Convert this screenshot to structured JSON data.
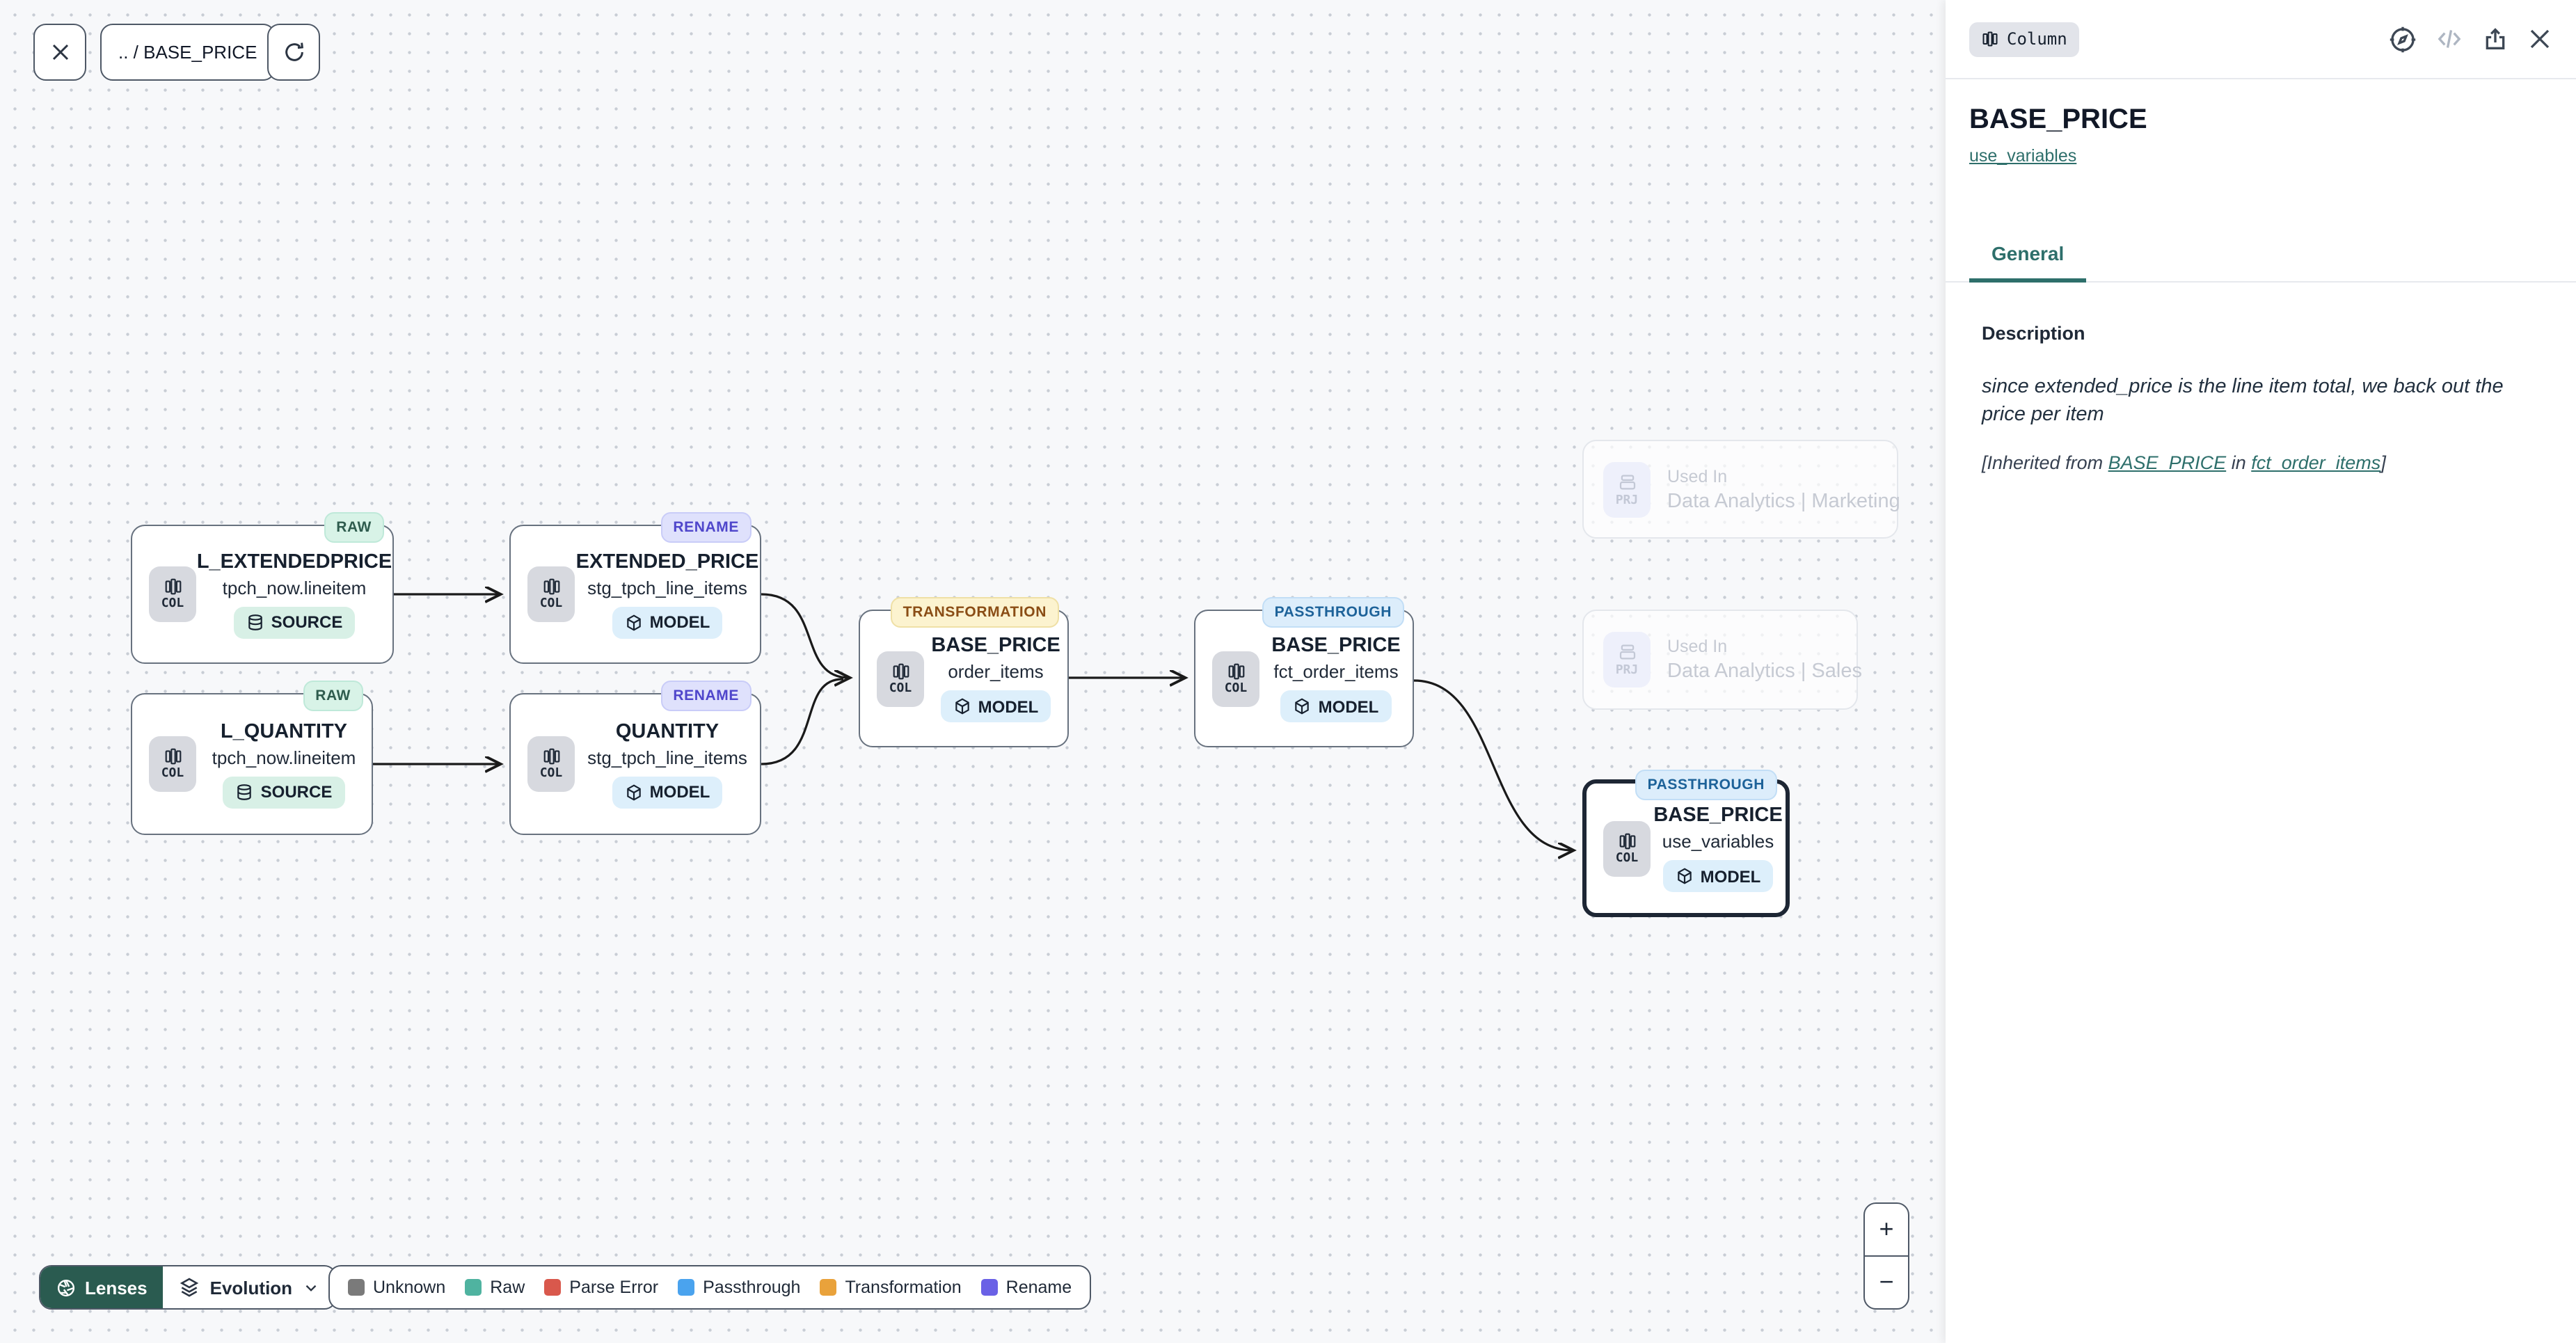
{
  "toolbar": {
    "breadcrumb": ".. / BASE_PRICE"
  },
  "canvas": {
    "nodes": [
      {
        "badge": "RAW",
        "title": "L_EXTENDEDPRICE",
        "subtitle": "tpch_now.lineitem",
        "chip": "SOURCE",
        "type_label": "COL"
      },
      {
        "badge": "RENAME",
        "title": "EXTENDED_PRICE",
        "subtitle": "stg_tpch_line_items",
        "chip": "MODEL",
        "type_label": "COL"
      },
      {
        "badge": "RAW",
        "title": "L_QUANTITY",
        "subtitle": "tpch_now.lineitem",
        "chip": "SOURCE",
        "type_label": "COL"
      },
      {
        "badge": "RENAME",
        "title": "QUANTITY",
        "subtitle": "stg_tpch_line_items",
        "chip": "MODEL",
        "type_label": "COL"
      },
      {
        "badge": "TRANSFORMATION",
        "title": "BASE_PRICE",
        "subtitle": "order_items",
        "chip": "MODEL",
        "type_label": "COL"
      },
      {
        "badge": "PASSTHROUGH",
        "title": "BASE_PRICE",
        "subtitle": "fct_order_items",
        "chip": "MODEL",
        "type_label": "COL"
      },
      {
        "badge": "PASSTHROUGH",
        "title": "BASE_PRICE",
        "subtitle": "use_variables",
        "chip": "MODEL",
        "type_label": "COL"
      }
    ],
    "ghost_nodes": [
      {
        "type_label": "PRJ",
        "used_in": "Used In",
        "label": "Data Analytics | Marketing"
      },
      {
        "type_label": "PRJ",
        "used_in": "Used In",
        "label": "Data Analytics | Sales"
      }
    ]
  },
  "footer": {
    "lenses_label": "Lenses",
    "lens_value": "Evolution",
    "legend": [
      {
        "label": "Unknown",
        "color": "#7a7a7a"
      },
      {
        "label": "Raw",
        "color": "#4fb3a0"
      },
      {
        "label": "Parse Error",
        "color": "#d9584c"
      },
      {
        "label": "Passthrough",
        "color": "#4aa3ee"
      },
      {
        "label": "Transformation",
        "color": "#e9a23b"
      },
      {
        "label": "Rename",
        "color": "#6a61e6"
      }
    ]
  },
  "zoom_controls": {
    "in": "+",
    "out": "−"
  },
  "panel": {
    "type_badge": "Column",
    "title": "BASE_PRICE",
    "model_link": "use_variables",
    "tab_general": "General",
    "description_heading": "Description",
    "description_body": "since extended_price is the line item total, we back out the price per item",
    "inherited": {
      "prefix": "[Inherited from ",
      "column_link": "BASE_PRICE",
      "infix": " in ",
      "model_link": "fct_order_items",
      "suffix": "]"
    }
  },
  "colors": {
    "accent_teal": "#2e6f6b",
    "lenses_button_bg": "#2a5b50",
    "badge_raw_bg": "#d8f3e7",
    "badge_rename_bg": "#dfe1fc",
    "badge_transformation_bg": "#fcf3cf",
    "badge_passthrough_bg": "#dcedfb",
    "chip_source_bg": "#d8f0e6",
    "chip_model_bg": "#ddeffb",
    "edge": "#1a1a1a"
  }
}
